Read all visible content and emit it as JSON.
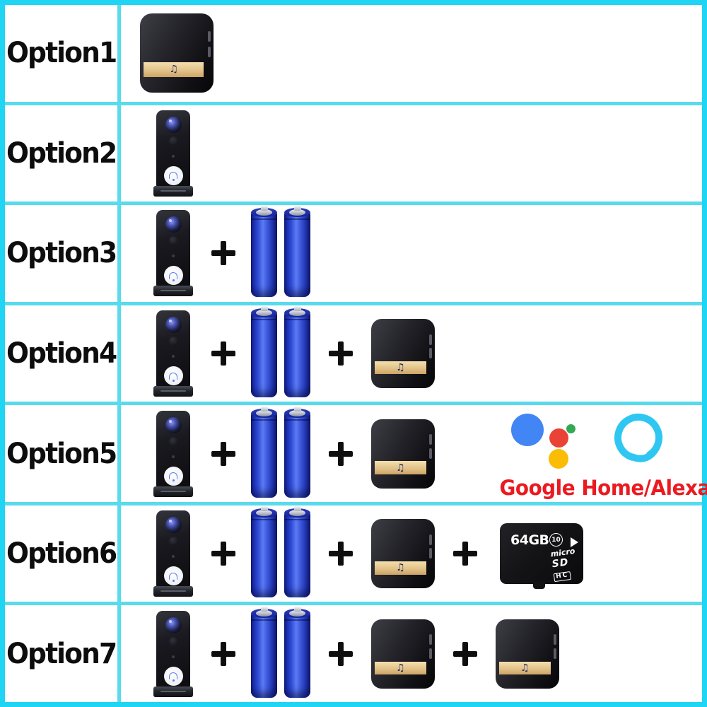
{
  "table": {
    "rows": [
      {
        "label": "Option1",
        "items": [
          "chime"
        ]
      },
      {
        "label": "Option2",
        "items": [
          "doorbell"
        ]
      },
      {
        "label": "Option3",
        "items": [
          "doorbell",
          "plus",
          "batteries"
        ]
      },
      {
        "label": "Option4",
        "items": [
          "doorbell",
          "plus",
          "batteries",
          "plus",
          "chime"
        ]
      },
      {
        "label": "Option5",
        "items": [
          "doorbell",
          "plus",
          "batteries",
          "plus",
          "chime",
          "assistant"
        ]
      },
      {
        "label": "Option6",
        "items": [
          "doorbell",
          "plus",
          "batteries",
          "plus",
          "chime",
          "plus",
          "sdcard"
        ]
      },
      {
        "label": "Option7",
        "items": [
          "doorbell",
          "plus",
          "batteries",
          "plus",
          "chime",
          "plus",
          "chime"
        ]
      }
    ]
  },
  "icons": {
    "music_note": "♫",
    "plus": "+"
  },
  "sdcard": {
    "capacity": "64GB",
    "speed_class": "10",
    "brand_line1": "micro",
    "brand_line2": "SD",
    "brand_line3": "HC"
  },
  "assistant": {
    "caption": "Google Home/Alexa",
    "caption_color": "#ea1a20",
    "google_dot_colors": {
      "blue": "#4285f4",
      "red": "#ea4335",
      "green": "#34a853",
      "yellow": "#fbbc05"
    },
    "alexa_ring_color": "#2fc7f2"
  },
  "colors": {
    "outer_border": "#1fd5f3",
    "inner_grid": "#58dbec",
    "label_text": "#0d0d0d",
    "battery_blue": "#2f4cd8",
    "chime_band_gold": "#e2c288",
    "device_black": "#141418"
  }
}
